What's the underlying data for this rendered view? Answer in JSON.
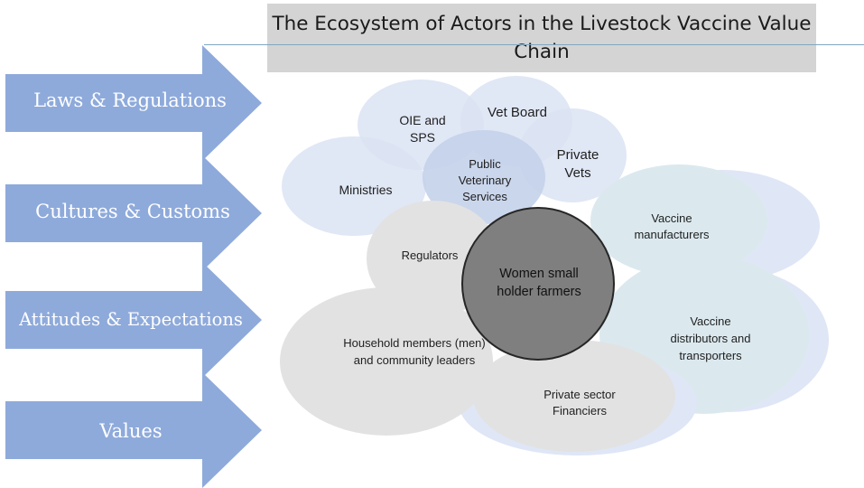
{
  "title": "The Ecosystem of Actors in the Livestock Vaccine Value Chain",
  "arrows": [
    {
      "label": "Laws & Regulations"
    },
    {
      "label": "Cultures & Customs"
    },
    {
      "label": "Attitudes & Expectations"
    },
    {
      "label": "Values"
    }
  ],
  "actors": {
    "oie_sps": "OIE and SPS",
    "vet_board": "Vet Board",
    "private_vets": "Private Vets",
    "public_vet_services": "Public Veterinary Services",
    "ministries": "Ministries",
    "vaccine_manufacturers": "Vaccine manufacturers",
    "regulators": "Regulators",
    "vaccine_distributors": "Vaccine distributors and transporters",
    "household_members": "Household members (men) and community leaders",
    "private_sector_financiers": "Private sector Financiers",
    "center": "Women small holder farmers"
  },
  "colors": {
    "arrow": "#8eaadb",
    "title_bg": "#d4d4d4",
    "blue_bubble": "#d9e2f3",
    "teal_bubble": "#ddebf0",
    "grey_bubble": "#e3e3e3",
    "center": "#7f7f7f"
  }
}
